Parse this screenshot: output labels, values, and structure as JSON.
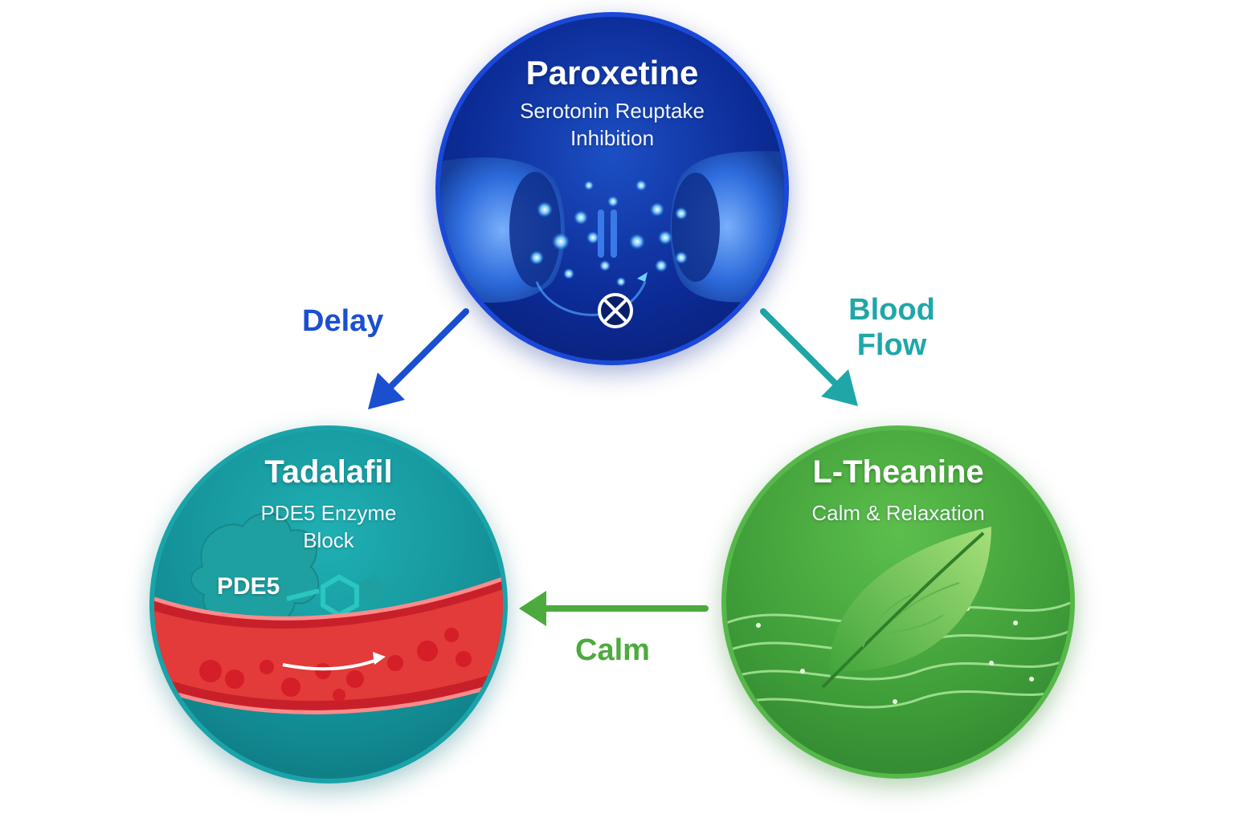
{
  "nodes": {
    "paroxetine": {
      "title": "Paroxetine",
      "subtitle_line1": "Serotonin Reuptake",
      "subtitle_line2": "Inhibition",
      "color": "#0c2b96",
      "icon": "synapse-icon"
    },
    "tadalafil": {
      "title": "Tadalafil",
      "subtitle_line1": "PDE5 Enzyme",
      "subtitle_line2": "Block",
      "enzyme_label": "PDE5",
      "color": "#138f96",
      "icon": "blood-vessel-icon"
    },
    "ltheanine": {
      "title": "L-Theanine",
      "subtitle_line1": "Calm & Relaxation",
      "color": "#3e9c38",
      "icon": "leaf-icon"
    }
  },
  "edges": {
    "delay": {
      "label": "Delay",
      "from": "Paroxetine",
      "to": "Tadalafil",
      "color": "#1a4fd0"
    },
    "blood_flow": {
      "label_line1": "Blood",
      "label_line2": "Flow",
      "from": "Paroxetine",
      "to": "L-Theanine",
      "color": "#1fa7a8"
    },
    "calm": {
      "label": "Calm",
      "from": "L-Theanine",
      "to": "Tadalafil",
      "color": "#4cab3c"
    }
  }
}
